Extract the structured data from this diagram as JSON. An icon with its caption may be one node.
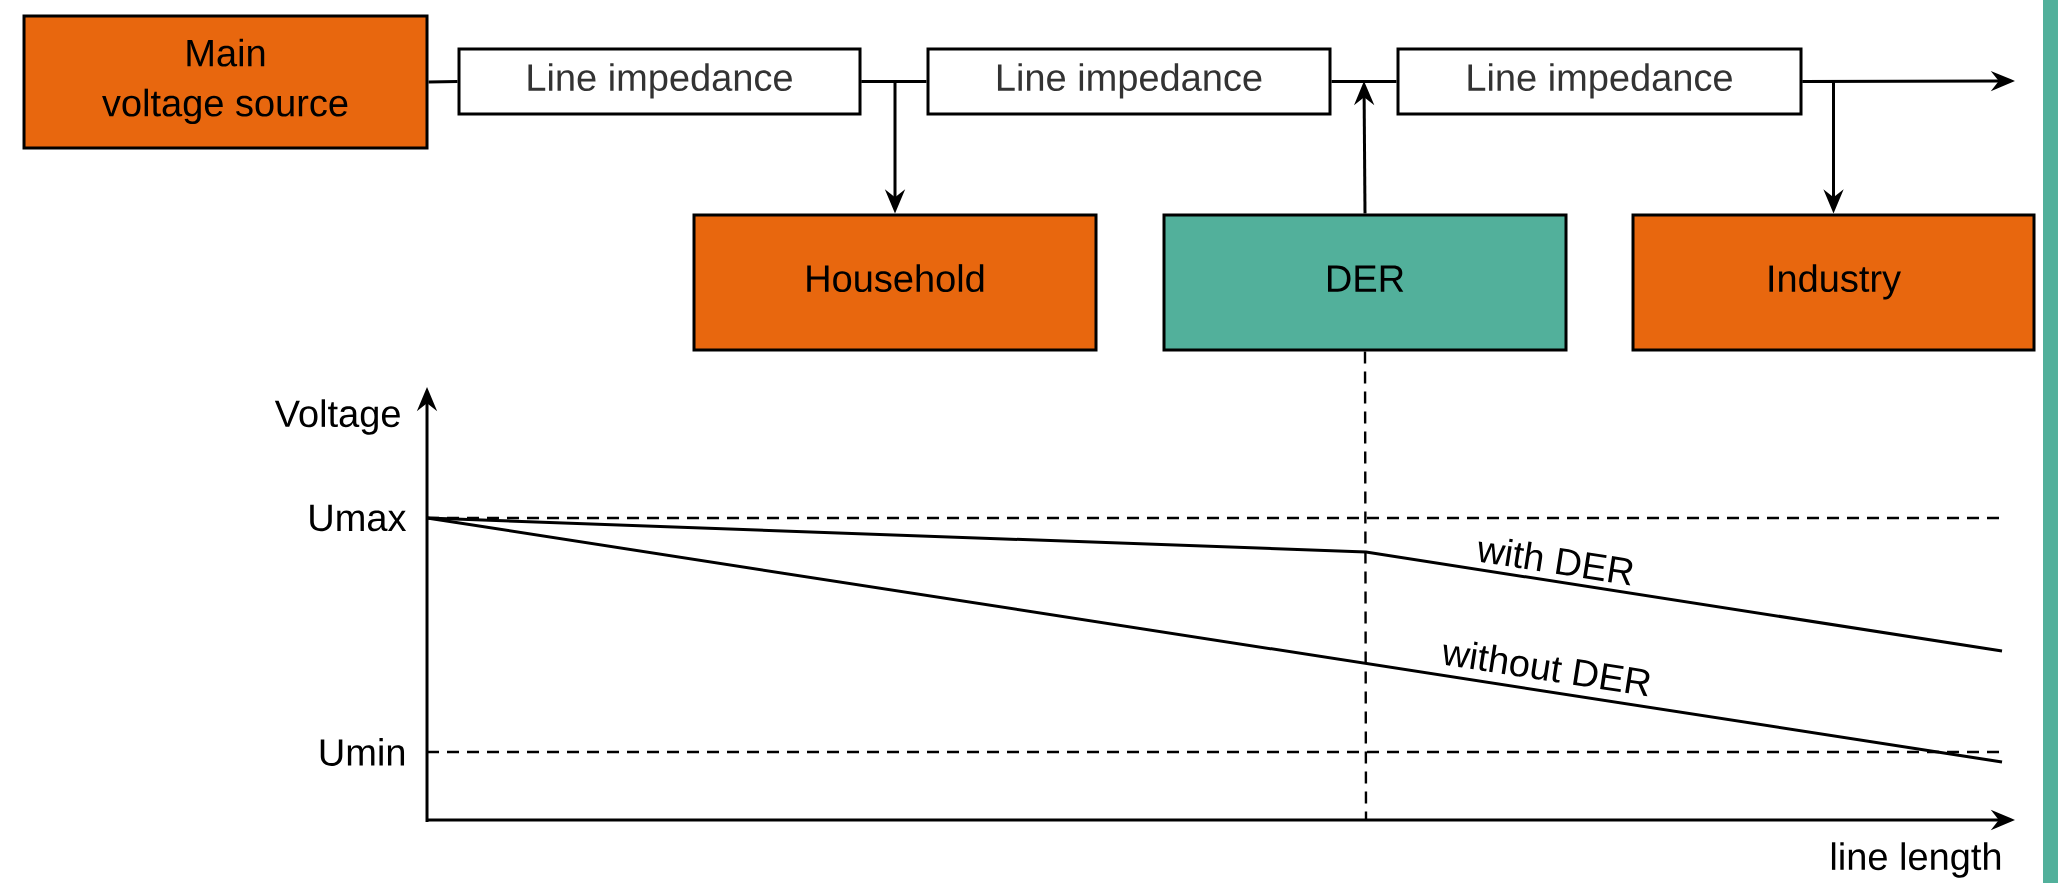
{
  "diagram": {
    "nodes": [
      {
        "text": [
          "Main voltage source"
        ]
      },
      {
        "text": [
          "Line impedance"
        ]
      },
      {
        "text": [
          "Line impedance"
        ]
      },
      {
        "text": [
          "Line impedance"
        ]
      },
      {
        "text": [
          "Household"
        ]
      },
      {
        "text": [
          "DER"
        ]
      },
      {
        "text": [
          "Industry"
        ]
      },
      {
        "text": [],
        "shape": "bar"
      }
    ],
    "edges": [
      {
        "from": 0,
        "to": 1,
        "arrow": "none"
      },
      {
        "from": 1,
        "to": 2,
        "arrow": "none"
      },
      {
        "from": 2,
        "to": 3,
        "arrow": "none"
      },
      {
        "from": 1,
        "to": 4,
        "arrow": "to"
      },
      {
        "from": 5,
        "to": null,
        "arrow": "to"
      },
      {
        "from": 3,
        "to": 6,
        "arrow": "to"
      },
      {
        "from": 3,
        "to": null,
        "arrow": "to"
      },
      {
        "from": 5,
        "to": null,
        "arrow": "none",
        "style": "dashed"
      }
    ],
    "labels": [
      "Voltage",
      "Umax",
      "Umin",
      "with DER",
      "without DER",
      "line length"
    ]
  }
}
